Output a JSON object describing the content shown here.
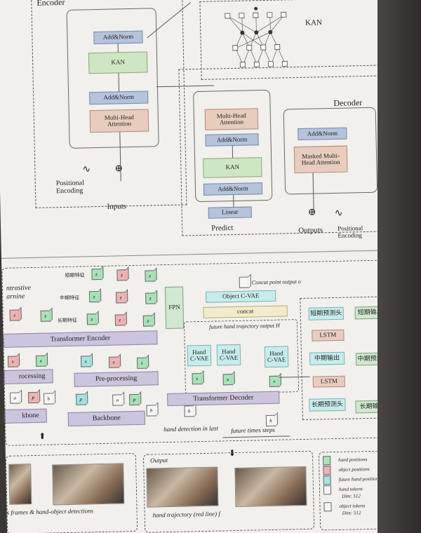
{
  "encoder": {
    "title": "Encoder",
    "add_norm_top": "Add&Norm",
    "kan": "KAN",
    "add_norm_bottom": "Add&Norm",
    "mha": "Multi-Head Attention",
    "pos_enc": "Positional Encoding",
    "inputs": "Inputs"
  },
  "kan_panel": {
    "title": "KAN"
  },
  "decoder": {
    "title": "Decoder",
    "mha": "Multi-Head Attention",
    "add_norm_1": "Add&Norm",
    "kan": "KAN",
    "add_norm_2": "Add&Norm",
    "linear": "Linear",
    "predict": "Predict",
    "masked_add_norm": "Add&Norm",
    "masked_mha": "Masked Multi-Head Attention",
    "outputs": "Outputs",
    "pos_enc": "Positional Encoding"
  },
  "pipeline": {
    "left_partial_1": "ntrastive",
    "left_partial_2": "arnine",
    "short_feat": "短期特征",
    "mid_feat": "中期特征",
    "long_feat": "长期特征",
    "fpn": "FPN",
    "transformer_encoder": "Transformer Encoder",
    "preprocessing_left": "rocessing",
    "preprocessing": "Pre-processing",
    "backbone_left": "kbone",
    "backbone": "Backbone",
    "concat_output": "Concat point output o",
    "object_cvae": "Object C-VAE",
    "concat": "concat",
    "future_traj": "future hand trajectory output H",
    "hand_cvae": "Hand C-VAE",
    "transformer_decoder": "Transformer Decoder",
    "hand_detection": "hand detection in last",
    "future_steps": "future times steps",
    "short_head": "短期预测头",
    "short_out": "短期输出",
    "lstm1": "LSTM",
    "mid_out_left": "中期输出",
    "mid_head": "中期预测头",
    "lstm2": "LSTM",
    "long_head": "长期预测头",
    "long_out": "长期输出",
    "cube_labels": {
      "z1": "z",
      "z2": "z",
      "z3": "z",
      "x1": "x",
      "x2": "x",
      "x3": "x",
      "p": "p",
      "o": "o",
      "h": "h"
    }
  },
  "bottom": {
    "output": "Output",
    "frames_caption": "s frames & hand-object detections",
    "traj_caption": "hand trajectory (red line) f"
  },
  "legend": [
    "hand positions",
    "object positions",
    "future hand positions",
    "hand tokens",
    "Dim: 512",
    "object tokens",
    "Dim: 512"
  ],
  "colors": {
    "green": "#a9e2b9",
    "pink": "#eeb3b3",
    "cyan": "#a6e2e2",
    "norm": "#b5c3dc",
    "kan": "#cfe6c3",
    "attn": "#e8cdbf"
  }
}
